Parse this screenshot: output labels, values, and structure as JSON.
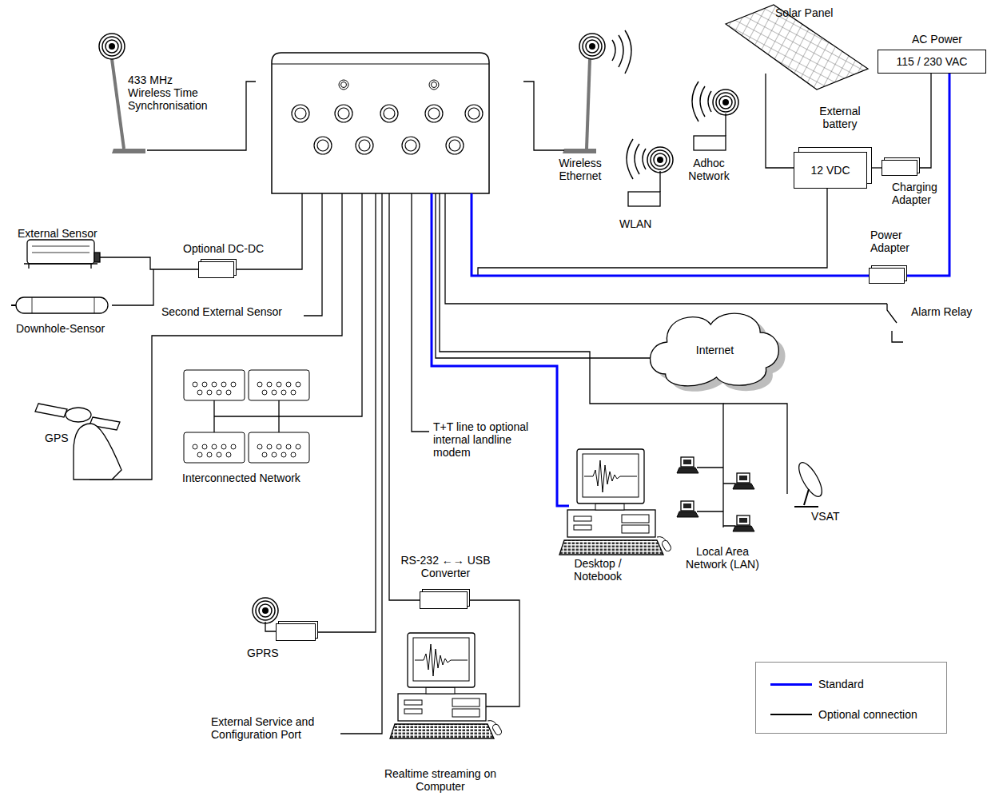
{
  "diagram": {
    "nodes": [
      {
        "text": [
          "AC Power",
          "115 / 230 VAC"
        ]
      },
      {
        "text": [
          "External battery",
          "12 VDC"
        ]
      },
      {
        "text": [
          "Charging Adapter"
        ]
      },
      {
        "text": [
          "Optional DC-DC"
        ]
      },
      {
        "text": [
          "Power Adapter"
        ]
      },
      {
        "text": [
          "Internet"
        ]
      },
      {
        "text": [
          "RS-232 ←→ USB Converter"
        ]
      },
      {
        "text": [
          "GPRS"
        ]
      }
    ],
    "edges": [
      {
        "from": 1,
        "to": 2,
        "arrow": "none"
      },
      {
        "from": 2,
        "to": 0,
        "arrow": "none"
      },
      {
        "from": 0,
        "to": 4,
        "arrow": "none"
      }
    ],
    "labels": [
      "433 MHz Wireless Time Synchronisation",
      "Solar Panel",
      "Wireless Ethernet",
      "Adhoc Network",
      "WLAN",
      "External Sensor",
      "Second External Sensor",
      "Alarm Relay",
      "Downhole-Sensor",
      "GPS",
      "T+T line to optional internal landline modem",
      "Interconnected Network",
      "Local Area Network (LAN)",
      "VSAT",
      "Desktop / Notebook",
      "External Service and Configuration Port",
      "Realtime streaming on Computer"
    ],
    "legend": [
      {
        "text": "Standard",
        "color": "#0000ff"
      },
      {
        "text": "Optional connection",
        "color": "#000000"
      }
    ]
  }
}
